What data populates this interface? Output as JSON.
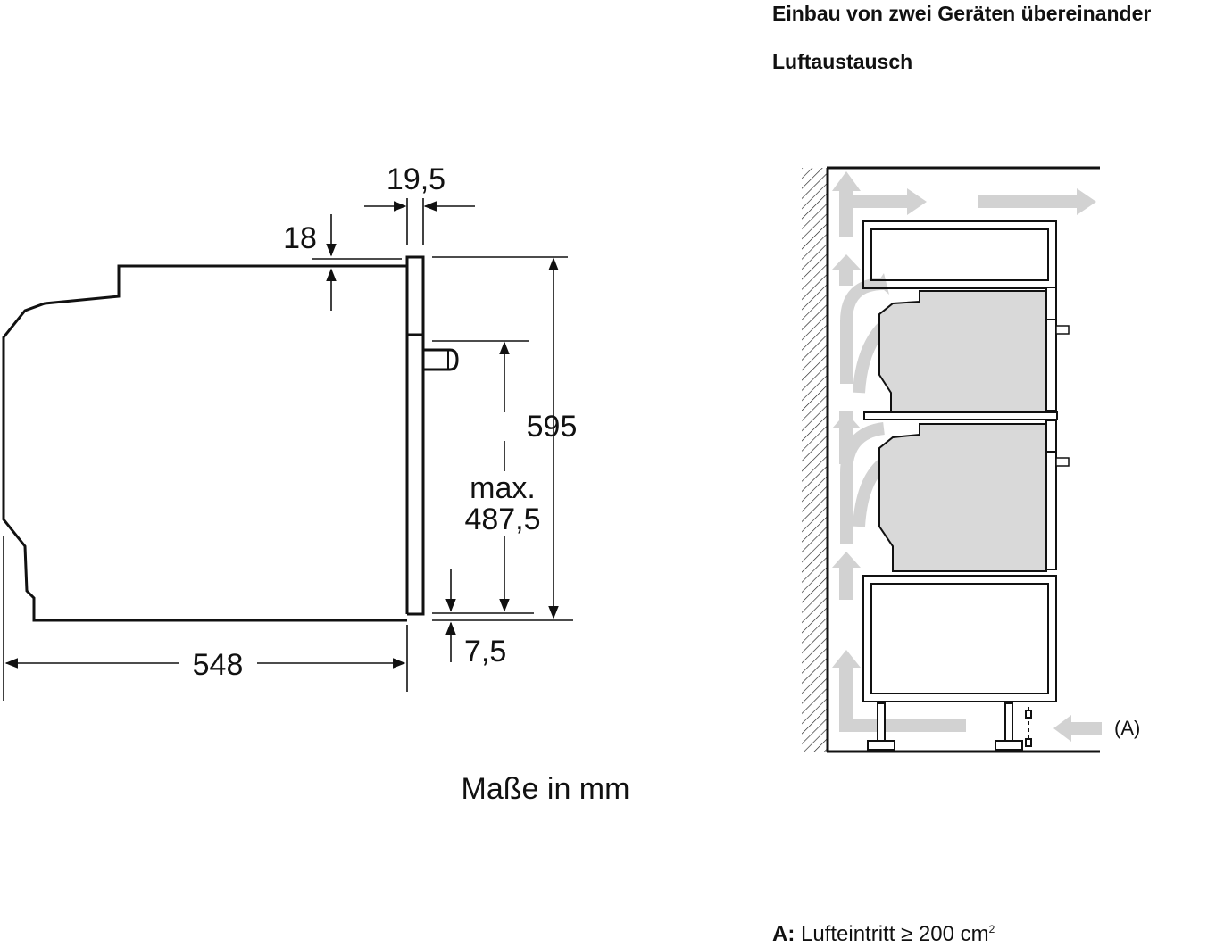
{
  "headings": {
    "installation": "Einbau von zwei Geräten übereinander",
    "airflow": "Luftaustausch"
  },
  "dimensions": {
    "front_panel": "19,5",
    "top_gap": "18",
    "height": "595",
    "max_label": "max.",
    "max_value": "487,5",
    "bottom_gap": "7,5",
    "depth": "548"
  },
  "units_note": "Maße in mm",
  "airflow": {
    "inlet_marker": "(A)"
  },
  "legend": {
    "key": "A:",
    "text": "Lufteintritt ≥ 200 cm",
    "superscript": "2"
  }
}
